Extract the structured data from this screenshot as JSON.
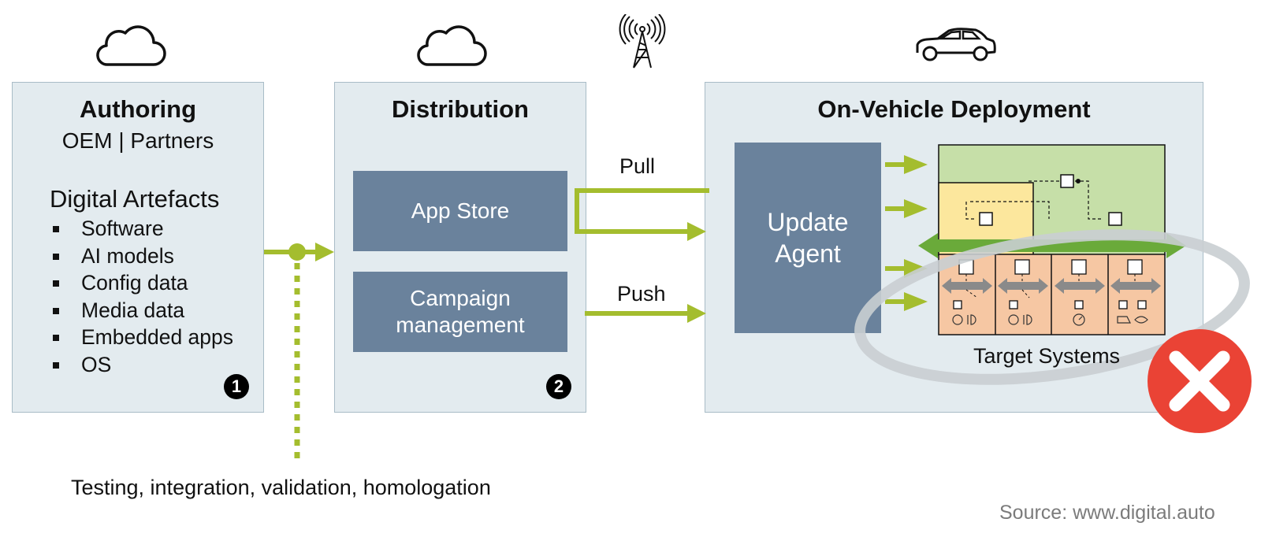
{
  "authoring": {
    "title": "Authoring",
    "subtitle": "OEM | Partners",
    "heading": "Digital Artefacts",
    "items": [
      "Software",
      "AI models",
      "Config data",
      "Media data",
      "Embedded apps",
      "OS"
    ],
    "badge": "1"
  },
  "distribution": {
    "title": "Distribution",
    "app_store": "App Store",
    "campaign_line1": "Campaign",
    "campaign_line2": "management",
    "badge": "2"
  },
  "flows": {
    "pull": "Pull",
    "push": "Push"
  },
  "deployment": {
    "title": "On-Vehicle Deployment",
    "agent_line1": "Update",
    "agent_line2": "Agent",
    "targets": "Target Systems"
  },
  "testing": "Testing, integration, validation, homologation",
  "source": "Source: www.digital.auto",
  "icons": [
    "cloud-icon",
    "cloud-icon",
    "cell-tower-icon",
    "car-icon",
    "error-x-icon"
  ],
  "colors": {
    "panel": "#e3ebef",
    "box": "#6a829c",
    "arrow": "#a4bd2e",
    "error": "#ea4335"
  }
}
